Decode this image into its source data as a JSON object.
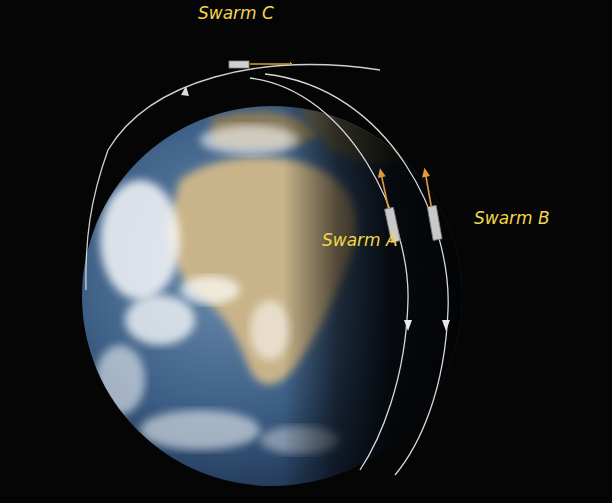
{
  "diagram": {
    "labels": [
      "Swarm C",
      "Swarm A",
      "Swarm B"
    ]
  }
}
